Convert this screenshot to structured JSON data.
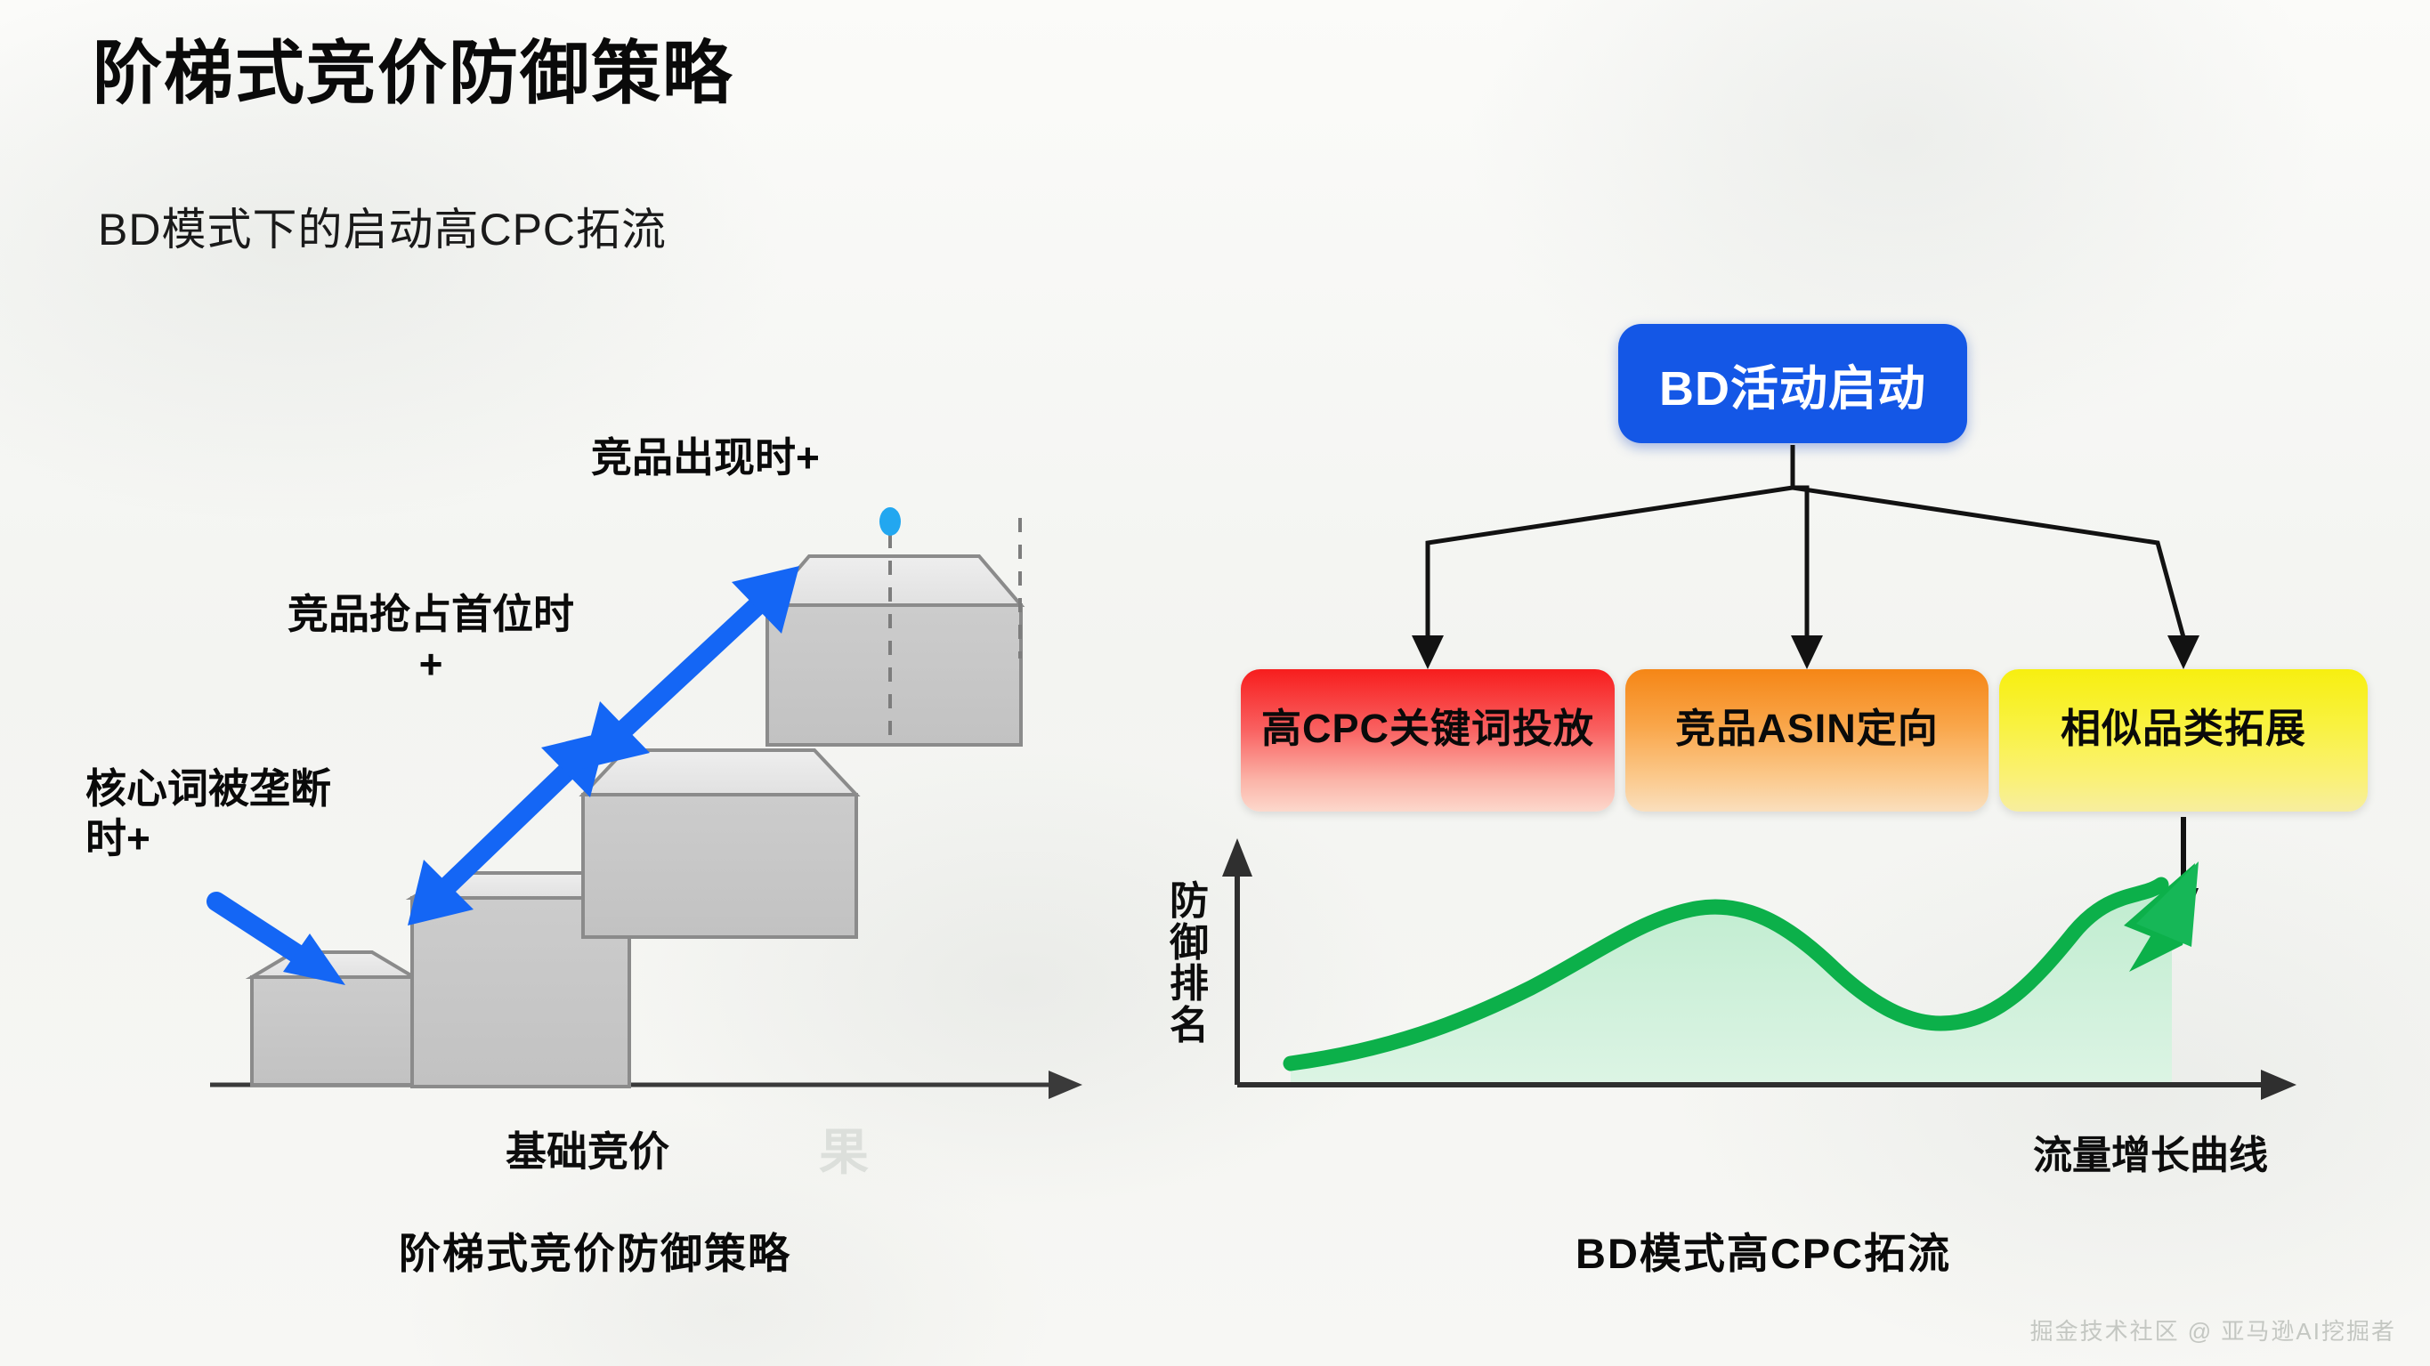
{
  "header": {
    "title": "阶梯式竞价防御策略",
    "subtitle": "BD模式下的启动高CPC拓流"
  },
  "left_panel": {
    "caption": "阶梯式竞价防御策略",
    "x_axis_label": "基础竞价",
    "background_watermark": "果",
    "step_labels": [
      {
        "id": "step-1",
        "text": "核心词被垄断\n时+"
      },
      {
        "id": "step-2",
        "text": "竞品抢占首位时\n+"
      },
      {
        "id": "step-3",
        "text": "竞品出现时+"
      }
    ],
    "step_label_1_line1": "核心词被垄断",
    "step_label_1_line2": "时+",
    "step_label_2_line1": "竞品抢占首位时",
    "step_label_2_line2": "+",
    "step_label_3": "竞品出现时+",
    "arrow_color": "#1466f5",
    "block_fill": "#c9c9c9",
    "block_top_fill": "#e8e8e8",
    "marker_dot_color": "#22a7f0"
  },
  "right_panel": {
    "caption": "BD模式高CPC拓流",
    "root_node": {
      "label": "BD活动启动",
      "color": "#1457e6",
      "text_color": "#ffffff"
    },
    "branches": [
      {
        "label": "高CPC关键词投放",
        "color_from": "#f71d1d",
        "color_to": "#fcd8cc"
      },
      {
        "label": "竞品ASIN定向",
        "color_from": "#f58616",
        "color_to": "#fadfbd"
      },
      {
        "label": "相似品类拓展",
        "color_from": "#f7ef10",
        "color_to": "#f7ee9f"
      }
    ],
    "chart": {
      "y_axis_label": "防御排名",
      "x_axis_label": "流量增长曲线"
    }
  },
  "chart_data": {
    "type": "area",
    "title": "BD模式高CPC拓流",
    "xlabel": "流量增长曲线",
    "ylabel": "防御排名",
    "x": [
      0,
      1,
      2,
      3,
      4,
      5,
      6,
      7,
      8,
      9,
      10,
      11,
      12
    ],
    "values": [
      8,
      10,
      13,
      18,
      26,
      38,
      48,
      52,
      46,
      34,
      28,
      44,
      82
    ],
    "series": [
      {
        "name": "流量增长曲线",
        "values": [
          8,
          10,
          13,
          18,
          26,
          38,
          48,
          52,
          46,
          34,
          28,
          44,
          82
        ]
      }
    ],
    "ylim": [
      0,
      100
    ],
    "grid": false,
    "legend": "none",
    "line_color": "#0cb04a",
    "fill_color": "#c9eed6",
    "annotation": "end of curve terminates in an upward arrowhead"
  },
  "staircase_data": {
    "type": "bar",
    "title": "阶梯式竞价防御策略",
    "xlabel": "基础竞价",
    "categories": [
      "基础竞价",
      "核心词被垄断时+",
      "竞品抢占首位时+",
      "竞品出现时+"
    ],
    "values": [
      1,
      2,
      3,
      4
    ],
    "note": "四级递增的灰色立体阶梯方块，蓝色双向箭头连接相邻台阶"
  },
  "watermark": {
    "text": "掘金技术社区 @ 亚马逊AI挖掘者"
  }
}
